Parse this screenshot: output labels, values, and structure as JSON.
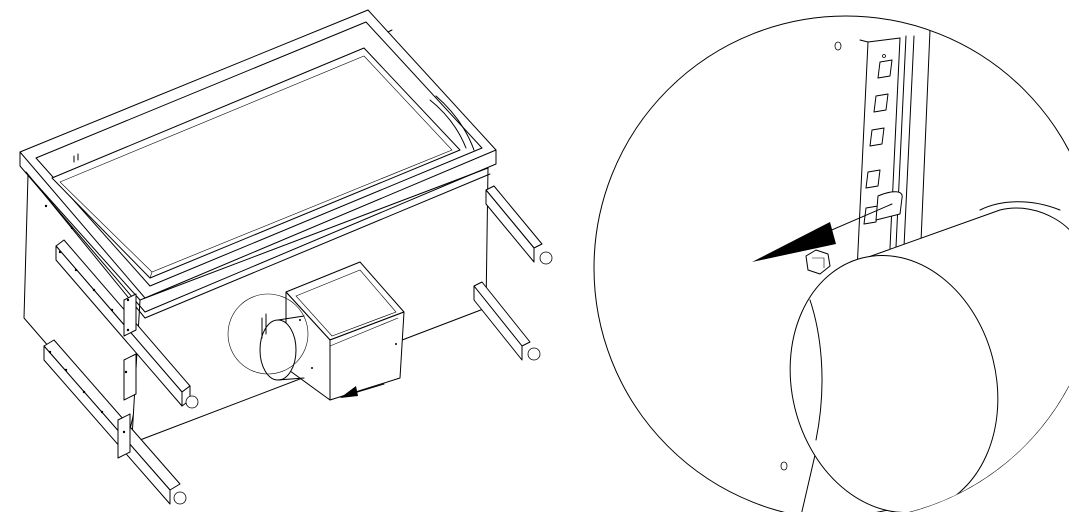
{
  "figure": {
    "left_view": "housing-assembly",
    "right_view": "detail-magnification",
    "arrow_direction_left": "toward-lower-left",
    "colors": {
      "line": "#000000",
      "background": "#ffffff"
    }
  }
}
